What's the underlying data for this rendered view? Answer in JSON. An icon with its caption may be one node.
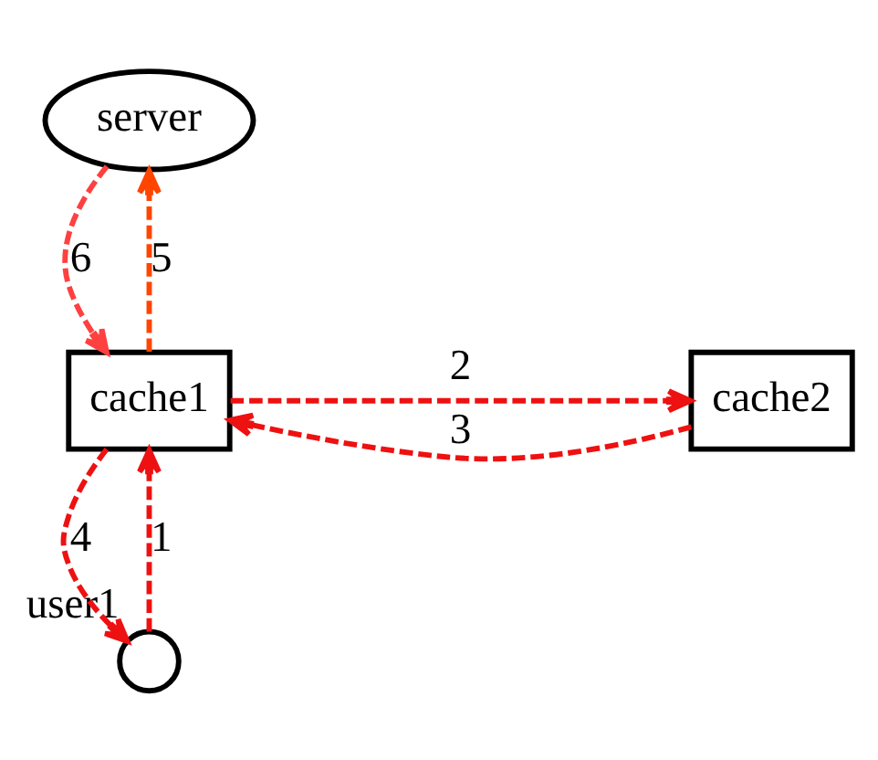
{
  "diagram": {
    "nodes": [
      {
        "text": [
          "server"
        ]
      },
      {
        "text": [
          "cache1"
        ]
      },
      {
        "text": [
          "cache2"
        ]
      },
      {
        "text": [],
        "shape": "circle",
        "beside": [
          "user1"
        ]
      }
    ],
    "edges": [
      {
        "from": 3,
        "to": 1,
        "arrow": "to",
        "label": "1",
        "style": "dashed"
      },
      {
        "from": 1,
        "to": 2,
        "arrow": "to",
        "label": "2",
        "style": "dashed"
      },
      {
        "from": 2,
        "to": 1,
        "arrow": "to",
        "label": "3",
        "style": "dashed"
      },
      {
        "from": 1,
        "to": 3,
        "arrow": "to",
        "label": "4",
        "style": "dashed"
      },
      {
        "from": 1,
        "to": 0,
        "arrow": "to",
        "label": "5",
        "style": "dashed",
        "color": "#ff4500"
      },
      {
        "from": 0,
        "to": 1,
        "arrow": "to",
        "label": "6",
        "style": "dashed",
        "color": "#ff4040"
      }
    ]
  }
}
